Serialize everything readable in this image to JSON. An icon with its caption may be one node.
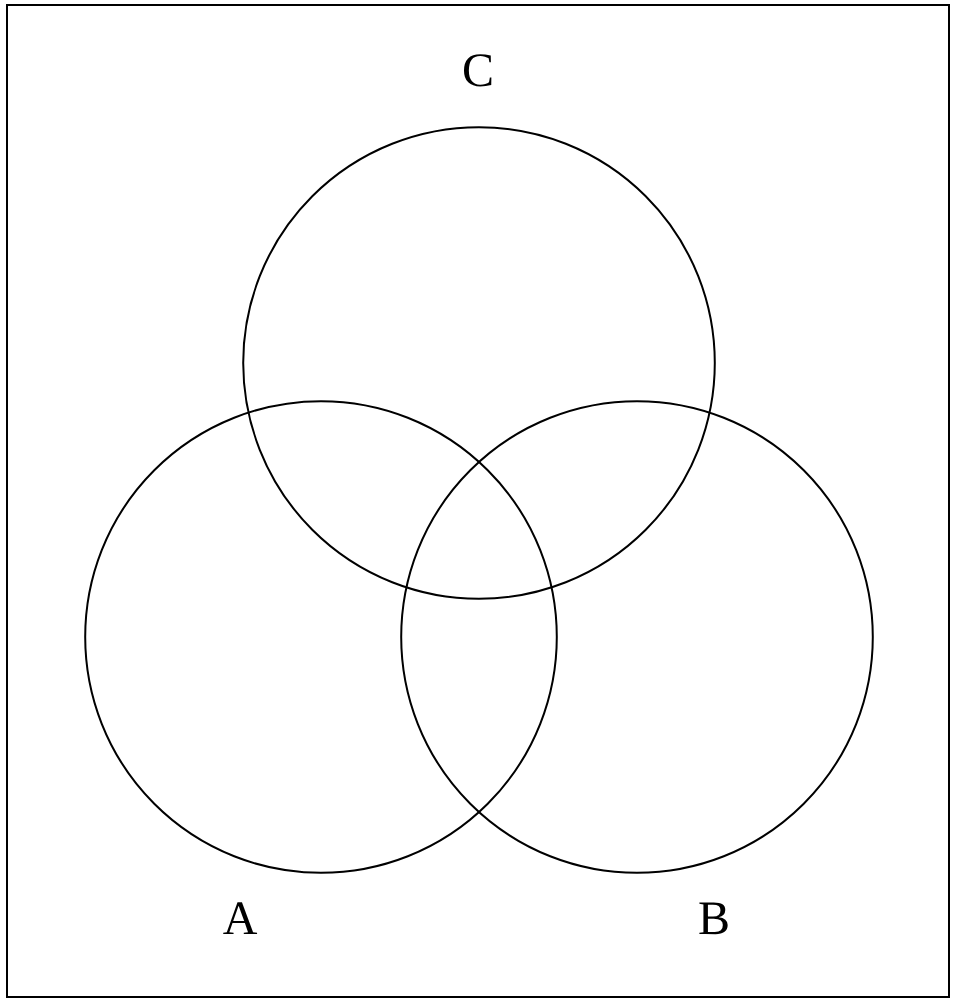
{
  "diagram": {
    "nodes": [
      {
        "text": [],
        "shape": "box"
      },
      {
        "text": [],
        "shape": "circle",
        "in": 0,
        "beside": [
          "C"
        ]
      },
      {
        "text": [],
        "shape": "circle",
        "in": 0,
        "beside": [
          "A"
        ]
      },
      {
        "text": [],
        "shape": "circle",
        "in": 0,
        "beside": [
          "B"
        ]
      }
    ]
  }
}
